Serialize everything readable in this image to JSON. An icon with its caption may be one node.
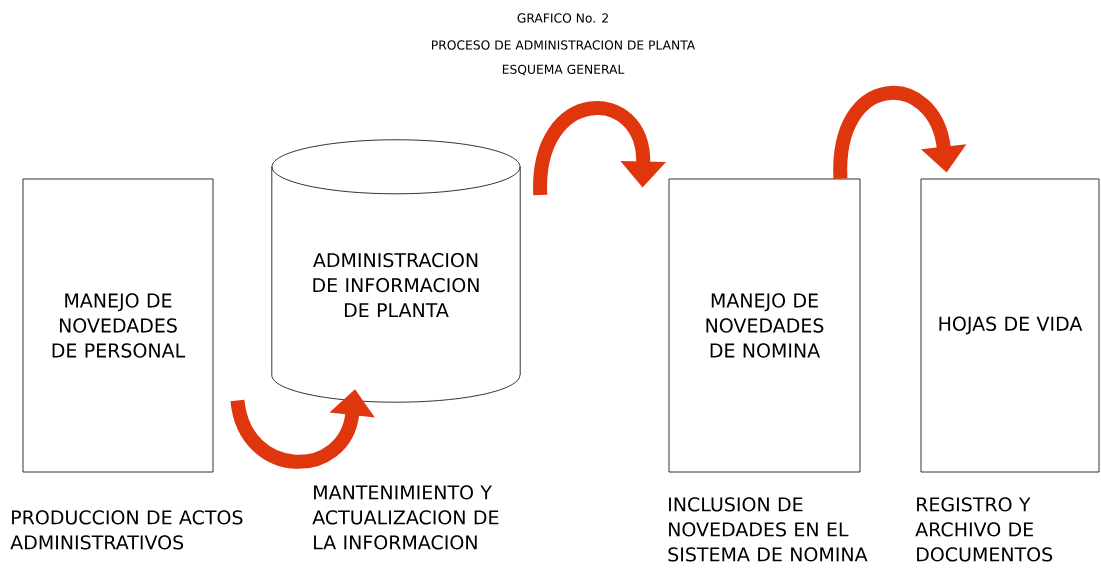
{
  "diagram": {
    "title": "GRAFICO No. 2",
    "nodes": [
      {
        "text": [
          "MANEJO DE NOVEDADES DE PERSONAL"
        ]
      },
      {
        "text": [
          "ADMINISTRACION DE INFORMACION DE PLANTA"
        ]
      },
      {
        "text": [
          "MANEJO DE NOVEDADES DE NOMINA"
        ]
      },
      {
        "text": [
          "HOJAS DE VIDA"
        ]
      }
    ],
    "edges": [
      {
        "from": 0,
        "to": 1,
        "arrow": "to"
      },
      {
        "from": 1,
        "to": 2,
        "arrow": "to"
      },
      {
        "from": 2,
        "to": 3,
        "arrow": "to"
      }
    ],
    "labels": [
      "PROCESO DE ADMINISTRACION DE PLANTA",
      "ESQUEMA GENERAL",
      "MANTENIMIENTO Y ACTUALIZACION DE LA INFORMACION",
      "INCLUSION DE NOVEDADES  EN EL SISTEMA DE NOMINA",
      "REGISTRO Y ARCHIVO DE DOCUMENTOS",
      "PRODUCCION DE ACTOS ADMINISTRATIVOS"
    ]
  }
}
